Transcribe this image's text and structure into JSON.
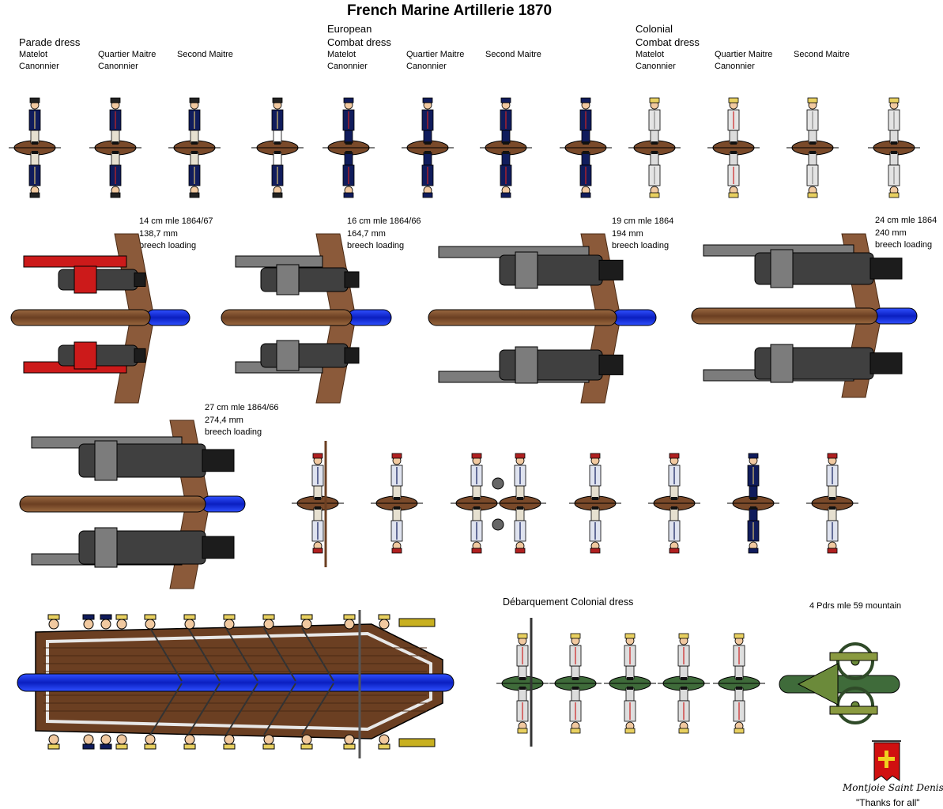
{
  "title": "French Marine Artillerie 1870",
  "sections": {
    "parade": "Parade dress",
    "european": [
      "European",
      "Combat dress"
    ],
    "colonial": [
      "Colonial",
      "Combat dress"
    ]
  },
  "ranks": {
    "matelot": [
      "Matelot",
      "Canonnier"
    ],
    "quartier": [
      "Quartier Maitre",
      "Canonnier"
    ],
    "second": "Second Maitre"
  },
  "guns": [
    {
      "name": "14 cm mle 1864/67",
      "calibre": "138,7 mm",
      "loading": "breech loading"
    },
    {
      "name": "16 cm mle 1864/66",
      "calibre": "164,7 mm",
      "loading": "breech loading"
    },
    {
      "name": "19 cm mle 1864",
      "calibre": "194 mm",
      "loading": "breech loading"
    },
    {
      "name": "24 cm mle 1864",
      "calibre": "240 mm",
      "loading": "breech loading"
    },
    {
      "name": "27 cm mle 1864/66",
      "calibre": "274,4 mm",
      "loading": "breech loading"
    }
  ],
  "debarquement": "Débarquement Colonial dress",
  "mountain_gun": "4 Pdrs mle 59 mountain",
  "signature": "Montjoie Saint Denis",
  "thanks": "\"Thanks for all\"",
  "colors": {
    "navy": "#101c5c",
    "wood": "#7a4a2a",
    "water": "#1030d0",
    "iron": "#404040",
    "gunmetal": "#7c7c7c",
    "red_carriage": "#cc1a1a",
    "green": "#3f6b3a",
    "khaki_straw": "#e8d060"
  }
}
